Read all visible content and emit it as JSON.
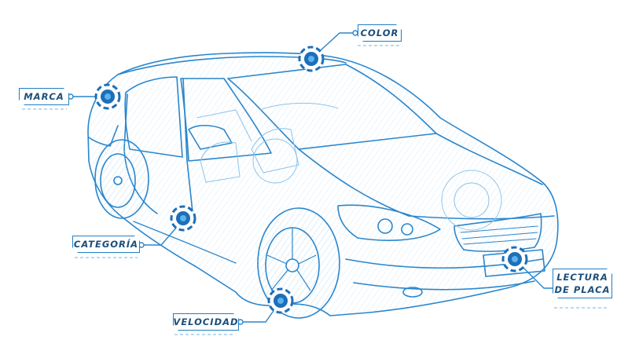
{
  "labels": {
    "color": "COLOR",
    "marca": "MARCA",
    "categoria": "CATEGORÍA",
    "velocidad": "VELOCIDAD",
    "lectura_line1": "LECTURA",
    "lectura_line2": "DE PLACA"
  },
  "colors": {
    "line": "#2a86cc",
    "line_light": "#8ec3ea",
    "node": "#1d6fb8",
    "node_center": "#5db3ef",
    "label_text": "#1b4e7a"
  }
}
